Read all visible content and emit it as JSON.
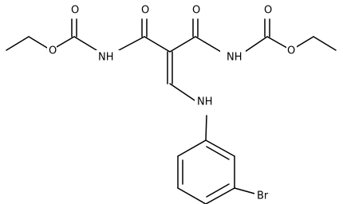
{
  "structure": {
    "atoms": {
      "o_left_ester": "O",
      "o_left_carbonyl": "O",
      "nh_left": "NH",
      "o_center_left": "O",
      "o_center_right": "O",
      "nh_right": "NH",
      "o_right_carbonyl": "O",
      "o_right_ester": "O",
      "nh_amine": "NH",
      "br": "Br"
    }
  }
}
